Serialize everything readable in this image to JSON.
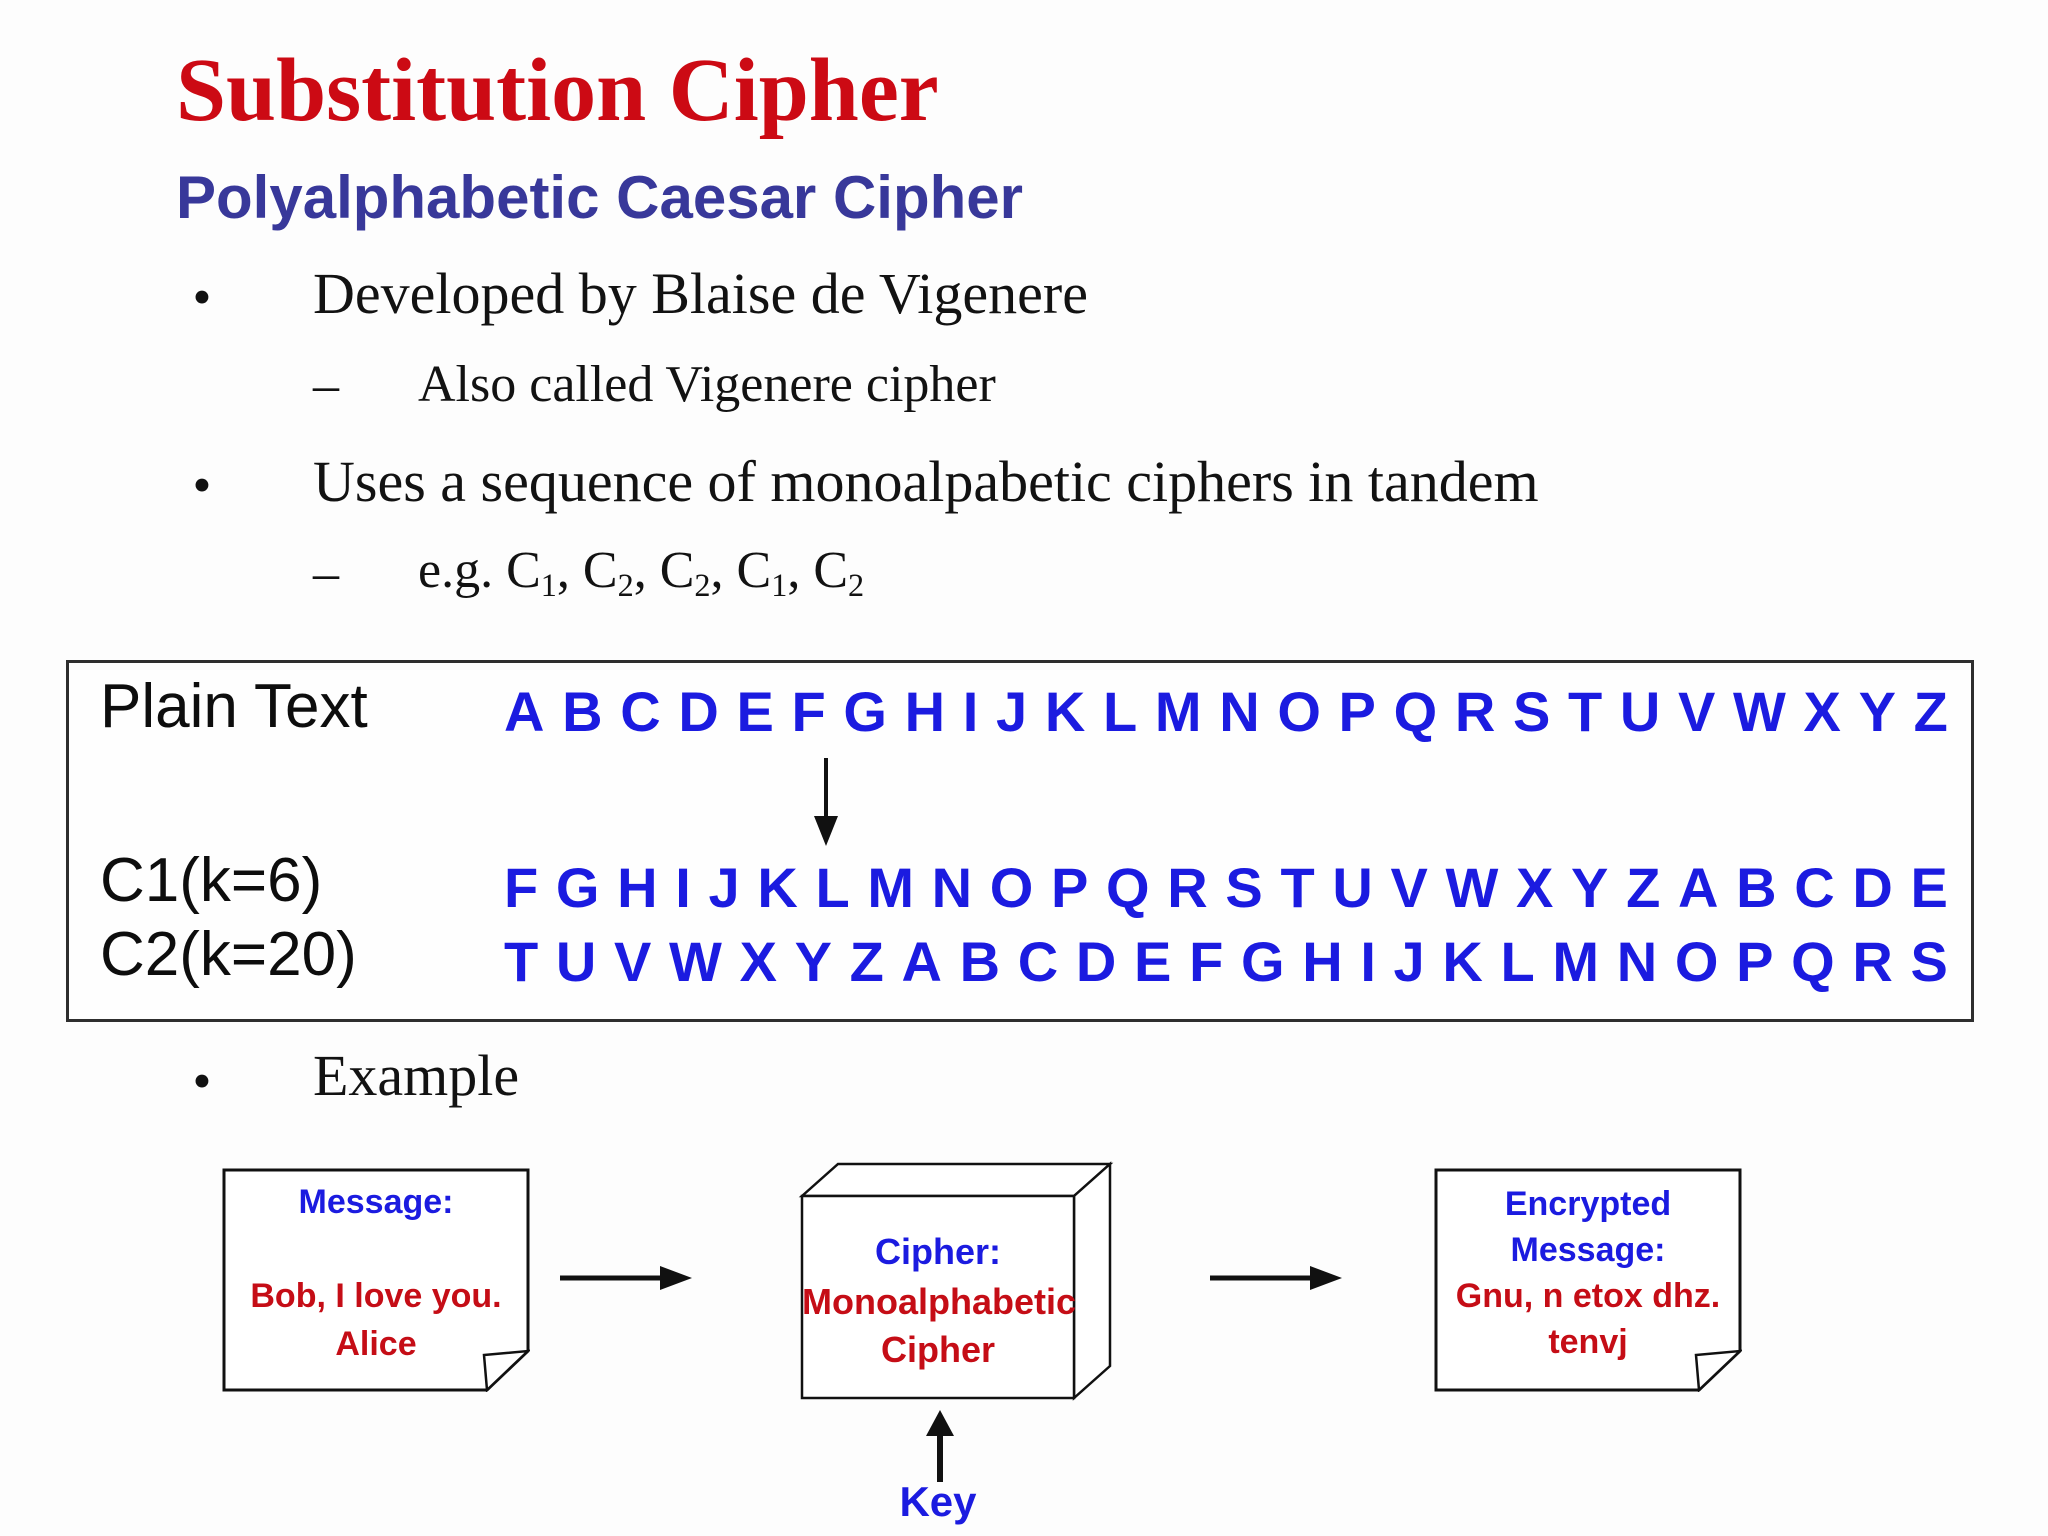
{
  "slide": {
    "title": "Substitution Cipher",
    "subtitle": "Polyalphabetic Caesar Cipher",
    "colors": {
      "title_red": "#cc0a14",
      "subtitle_indigo": "#38389a",
      "accent_blue": "#1b1be0",
      "note_red": "#c50d16",
      "body_black": "#121212"
    }
  },
  "bullets": {
    "bullet_char": "•",
    "dash_char": "–",
    "b1": "Developed by Blaise de Vigenere",
    "b1_sub": "Also called Vigenere cipher",
    "b2": "Uses a sequence of monoalpabetic ciphers in tandem",
    "b2_sub_parts": {
      "p0": "e.g. C",
      "s0": "1",
      "p1": ", C",
      "s1": "2",
      "p2": ", C",
      "s2": "2",
      "p3": ", C",
      "s3": "1",
      "p4": ", C",
      "s4": "2"
    },
    "b3": "Example"
  },
  "cipher_table": {
    "rows": [
      {
        "label": "Plain Text",
        "letters": "A B C D E F G H I J K L M N O P Q R S T U V W X Y Z"
      },
      {
        "label": "C1(k=6)",
        "letters": "F G H I J K L M N O P Q R S T U V W X Y Z A B C D E"
      },
      {
        "label": "C2(k=20)",
        "letters": "T U V W X Y Z A B C D E F G H I J K L M N O P Q R S"
      }
    ]
  },
  "flow": {
    "message_note": {
      "title": "Message:",
      "line1": "Bob, I love you.",
      "line2": "Alice"
    },
    "cipher_box": {
      "title": "Cipher:",
      "line1": "Monoalphabetic",
      "line2": "Cipher"
    },
    "encrypted_note": {
      "title_line1": "Encrypted",
      "title_line2": "Message:",
      "line1": "Gnu, n etox dhz.",
      "line2": "tenvj"
    },
    "key_label": "Key"
  }
}
